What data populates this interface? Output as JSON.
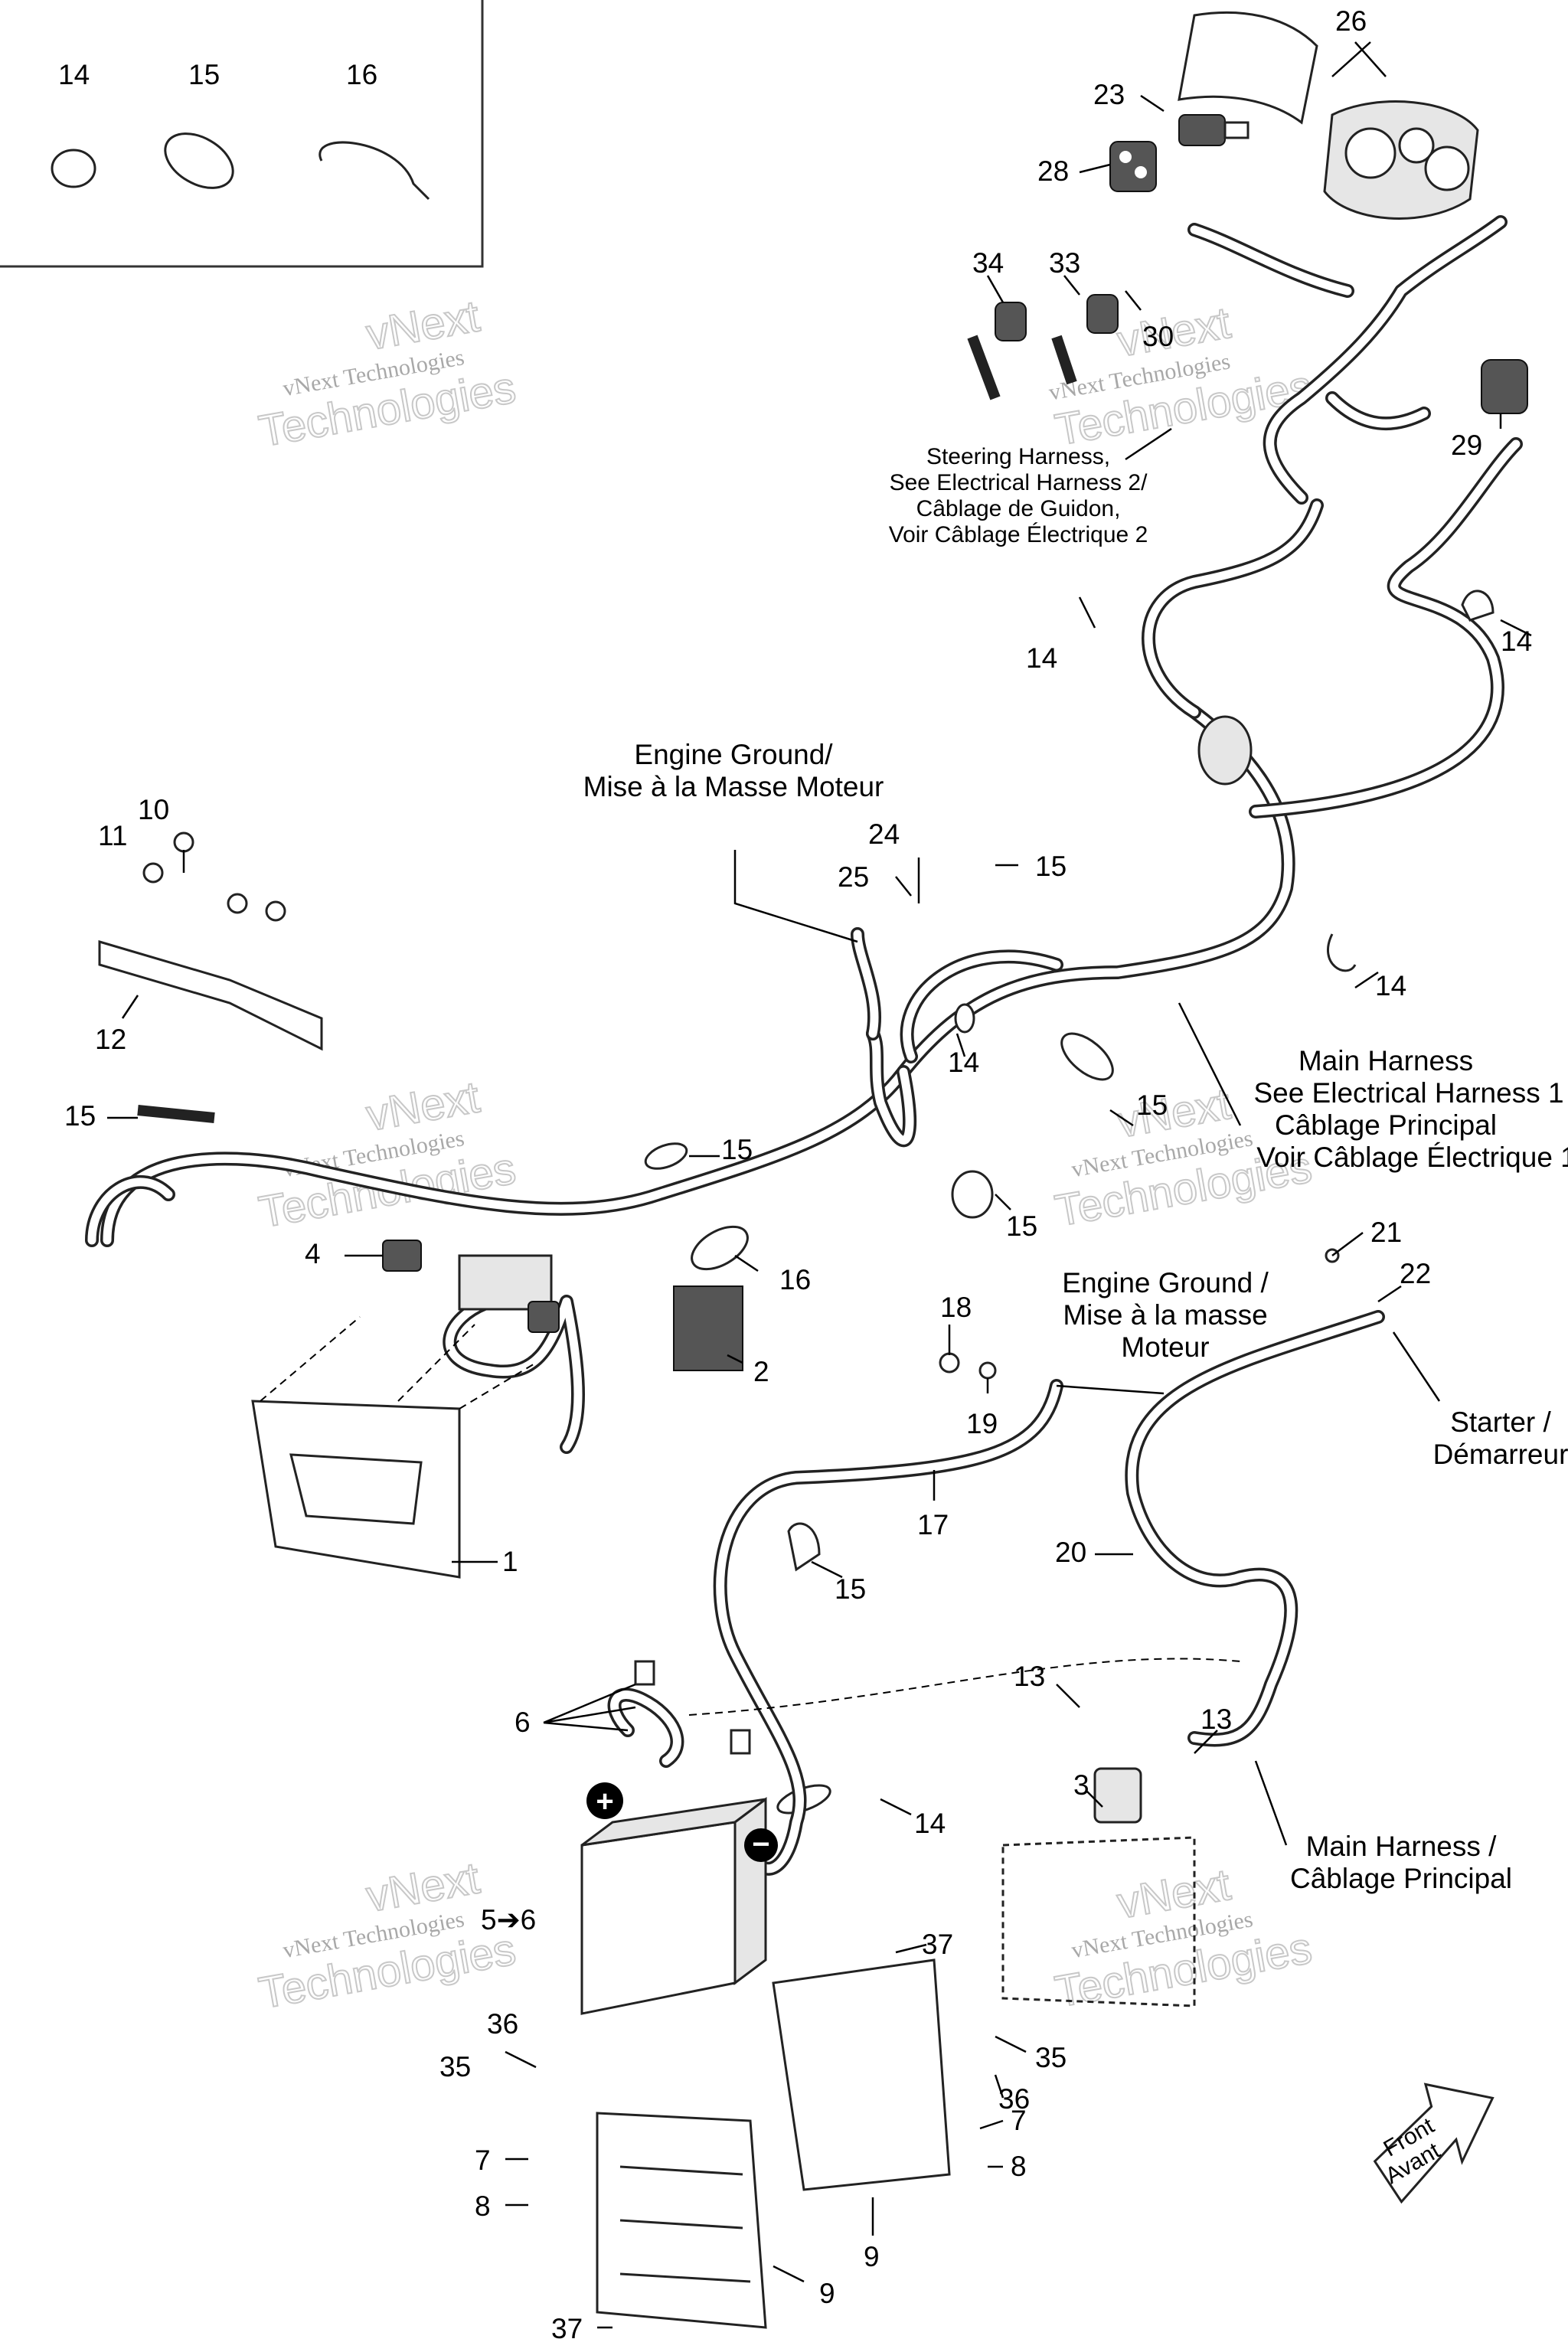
{
  "callouts": [
    {
      "id": "c14a",
      "text": "14"
    },
    {
      "id": "c15a",
      "text": "15"
    },
    {
      "id": "c16a",
      "text": "16"
    },
    {
      "id": "c26",
      "text": "26"
    },
    {
      "id": "c23",
      "text": "23"
    },
    {
      "id": "c28",
      "text": "28"
    },
    {
      "id": "c34",
      "text": "34"
    },
    {
      "id": "c33",
      "text": "33"
    },
    {
      "id": "c30",
      "text": "30"
    },
    {
      "id": "c29",
      "text": "29"
    },
    {
      "id": "c14b",
      "text": "14"
    },
    {
      "id": "c14c",
      "text": "14"
    },
    {
      "id": "c10",
      "text": "10"
    },
    {
      "id": "c11",
      "text": "11"
    },
    {
      "id": "c12",
      "text": "12"
    },
    {
      "id": "c24",
      "text": "24"
    },
    {
      "id": "c25",
      "text": "25"
    },
    {
      "id": "c15b",
      "text": "15"
    },
    {
      "id": "c14d",
      "text": "14"
    },
    {
      "id": "c14e",
      "text": "14"
    },
    {
      "id": "c15c",
      "text": "15"
    },
    {
      "id": "c15d",
      "text": "15"
    },
    {
      "id": "c15e",
      "text": "15"
    },
    {
      "id": "c15f",
      "text": "15"
    },
    {
      "id": "c4",
      "text": "4"
    },
    {
      "id": "c16b",
      "text": "16"
    },
    {
      "id": "c2",
      "text": "2"
    },
    {
      "id": "c1",
      "text": "1"
    },
    {
      "id": "c18",
      "text": "18"
    },
    {
      "id": "c19",
      "text": "19"
    },
    {
      "id": "c17",
      "text": "17"
    },
    {
      "id": "c21",
      "text": "21"
    },
    {
      "id": "c22",
      "text": "22"
    },
    {
      "id": "c20",
      "text": "20"
    },
    {
      "id": "c15g",
      "text": "15"
    },
    {
      "id": "c6",
      "text": "6"
    },
    {
      "id": "c13a",
      "text": "13"
    },
    {
      "id": "c13b",
      "text": "13"
    },
    {
      "id": "c3",
      "text": "3"
    },
    {
      "id": "c14f",
      "text": "14"
    },
    {
      "id": "c56",
      "text": "5➔6"
    },
    {
      "id": "c37a",
      "text": "37"
    },
    {
      "id": "c36a",
      "text": "36"
    },
    {
      "id": "c35a",
      "text": "35"
    },
    {
      "id": "c35b",
      "text": "35"
    },
    {
      "id": "c36b",
      "text": "36"
    },
    {
      "id": "c7a",
      "text": "7"
    },
    {
      "id": "c8a",
      "text": "8"
    },
    {
      "id": "c7b",
      "text": "7"
    },
    {
      "id": "c8b",
      "text": "8"
    },
    {
      "id": "c9a",
      "text": "9"
    },
    {
      "id": "c9b",
      "text": "9"
    },
    {
      "id": "c37b",
      "text": "37"
    }
  ],
  "labels": {
    "steering_harness": [
      "Steering Harness,",
      "See Electrical Harness 2/",
      "Câblage de Guidon,",
      "Voir Câblage Électrique 2"
    ],
    "engine_ground_top": [
      "Engine Ground/",
      "Mise à la Masse Moteur"
    ],
    "main_harness_right": [
      "Main Harness",
      "See Electrical Harness 1",
      "Câblage Principal",
      "Voir Câblage Électrique 1"
    ],
    "engine_ground_mid": [
      "Engine Ground /",
      "Mise à la masse",
      "Moteur"
    ],
    "starter": [
      "Starter /",
      "Démarreur"
    ],
    "main_harness_bottom": [
      "Main Harness /",
      "Câblage Principal"
    ],
    "front_arrow": [
      "Front",
      "Avant"
    ],
    "battery_plus": "+",
    "battery_minus": "−"
  },
  "watermark": {
    "line1": "vNext Technologies",
    "line2": "vNext",
    "line3": "Technologies"
  }
}
